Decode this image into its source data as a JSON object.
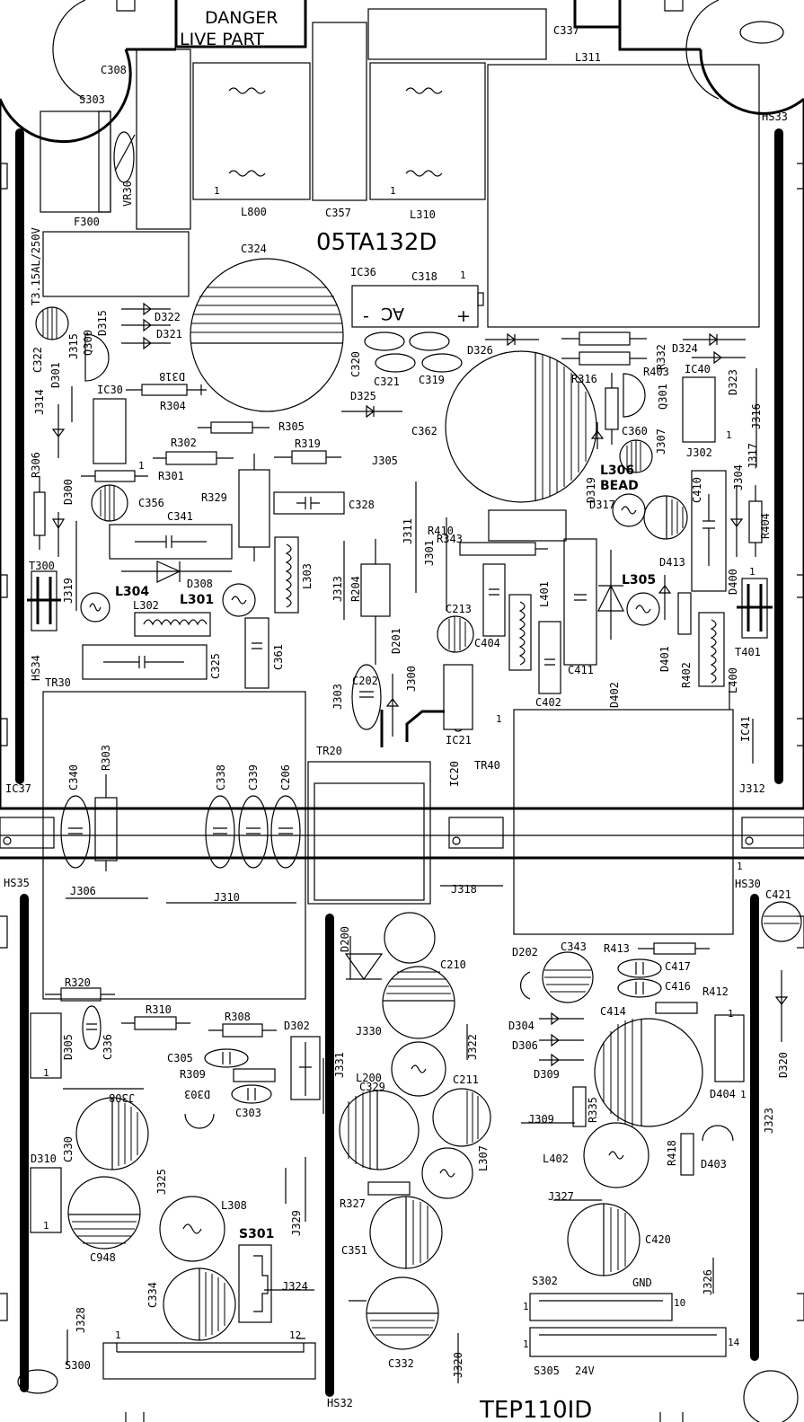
{
  "board": {
    "warning_line1": "DANGER",
    "warning_line2": "LIVE PART",
    "code": "05TA132D",
    "model": "TEP110ID",
    "fuse_rating": "T3.15AL/250V",
    "bead_label": "BEAD",
    "gnd_label": "GND",
    "v24_label": "24V",
    "ac_label": "AC",
    "minus_label": "-",
    "plus_label": "+"
  },
  "labels": [
    "C337",
    "L311",
    "HS33",
    "C308",
    "S303",
    "F300",
    "VR30",
    "L800",
    "C357",
    "L310",
    "C324",
    "IC36",
    "C318",
    "C322",
    "D301",
    "Q300",
    "D315",
    "D322",
    "D321",
    "J315",
    "D318",
    "IC30",
    "R304",
    "J314",
    "R306",
    "D300",
    "R305",
    "R302",
    "R301",
    "R319",
    "C320",
    "C321",
    "C319",
    "D326",
    "R316",
    "R332",
    "D324",
    "R403",
    "IC40",
    "Q301",
    "D323",
    "J316",
    "C362",
    "D325",
    "J305",
    "C360",
    "J307",
    "J302",
    "J317",
    "L306",
    "D319",
    "D317",
    "C356",
    "C341",
    "R329",
    "C328",
    "J311",
    "R410",
    "R343",
    "J301",
    "C410",
    "J304",
    "R404",
    "T300",
    "J319",
    "L304",
    "D308",
    "L301",
    "L303",
    "L302",
    "J313",
    "R204",
    "D201",
    "C213",
    "C404",
    "L401",
    "L305",
    "D413",
    "D400",
    "T401",
    "C325",
    "C361",
    "TR30",
    "C202",
    "J303",
    "J300",
    "IC21",
    "C411",
    "C402",
    "D402",
    "D401",
    "R402",
    "L400",
    "HS34",
    "R303",
    "C340",
    "C338",
    "C339",
    "C206",
    "TR20",
    "IC20",
    "TR40",
    "IC37",
    "IC41",
    "J312",
    "J306",
    "J310",
    "J318",
    "HS35",
    "HS30",
    "C421",
    "D200",
    "C210",
    "D202",
    "C343",
    "R413",
    "C417",
    "C416",
    "R412",
    "R320",
    "R310",
    "R308",
    "D305",
    "C336",
    "C305",
    "R309",
    "D302",
    "D303",
    "C303",
    "J330",
    "J322",
    "L200",
    "C211",
    "C329",
    "J331",
    "C414",
    "D304",
    "D306",
    "D309",
    "D404",
    "D320",
    "J308",
    "C330",
    "J325",
    "R335",
    "J309",
    "L402",
    "R418",
    "D403",
    "J323",
    "D310",
    "C948",
    "L308",
    "S301",
    "J329",
    "R327",
    "L307",
    "C351",
    "J327",
    "C420",
    "J326",
    "C334",
    "J328",
    "J324",
    "S302",
    "S300",
    "C332",
    "J320",
    "S305",
    "HS32"
  ],
  "pins": [
    "1",
    "1",
    "1",
    "1",
    "1",
    "1",
    "1",
    "1",
    "12",
    "1",
    "10",
    "1",
    "14",
    "1",
    "1",
    "1",
    "1",
    "1"
  ]
}
